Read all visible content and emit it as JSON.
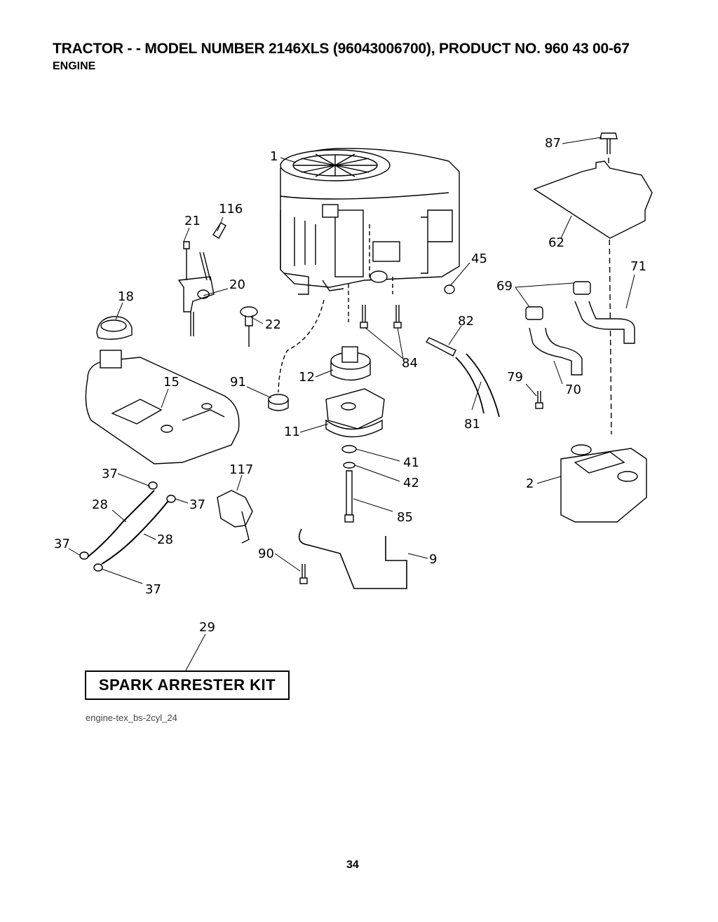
{
  "header": {
    "title": "TRACTOR - - MODEL NUMBER 2146XLS (96043006700), PRODUCT NO. 960 43 00-67",
    "subtitle": "ENGINE"
  },
  "diagram": {
    "callouts": [
      "1",
      "116",
      "21",
      "20",
      "18",
      "22",
      "15",
      "91",
      "12",
      "11",
      "45",
      "84",
      "82",
      "81",
      "41",
      "42",
      "85",
      "37",
      "117",
      "28",
      "90",
      "9",
      "87",
      "62",
      "71",
      "69",
      "70",
      "79",
      "2",
      "29"
    ]
  },
  "kit": {
    "label": "SPARK ARRESTER KIT"
  },
  "footer": {
    "code": "engine-tex_bs-2cyl_24",
    "page": "34"
  }
}
